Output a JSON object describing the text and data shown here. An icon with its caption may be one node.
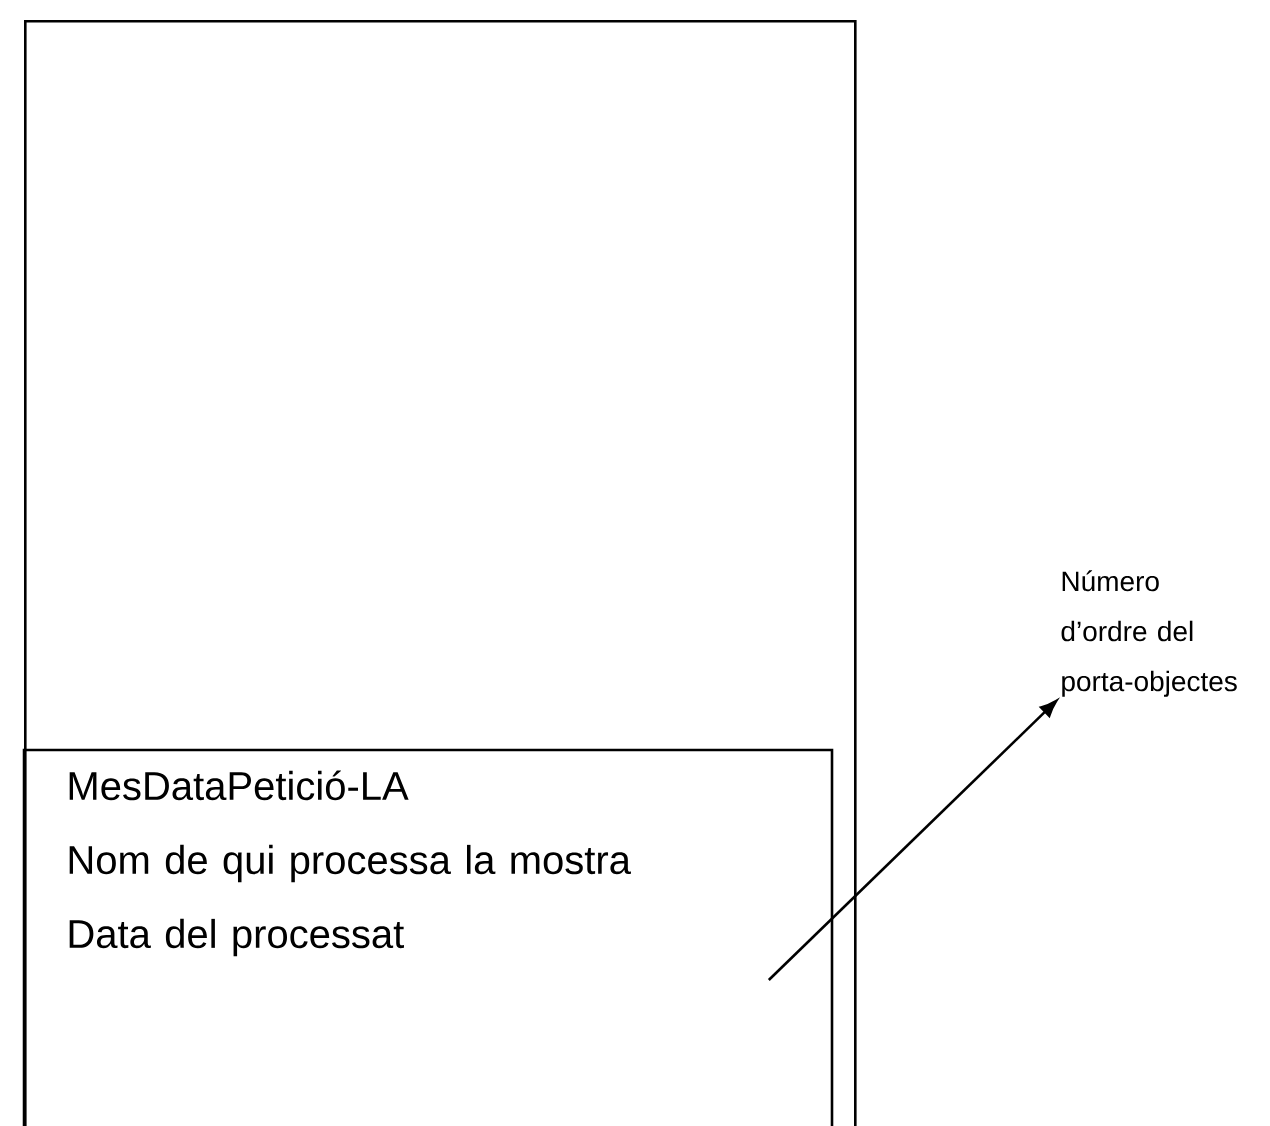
{
  "diagram": {
    "nodes": [
      {
        "text": [],
        "shape": "box"
      },
      {
        "text": [
          "MesDataPetició-LA",
          "Nom de qui processa la mostra",
          "Data del processat"
        ],
        "in": 0
      },
      {
        "text": [
          "Número d’ordre del porta-objectes"
        ]
      }
    ],
    "edges": [
      {
        "from": 1,
        "to": 2,
        "arrow": "to"
      }
    ]
  }
}
